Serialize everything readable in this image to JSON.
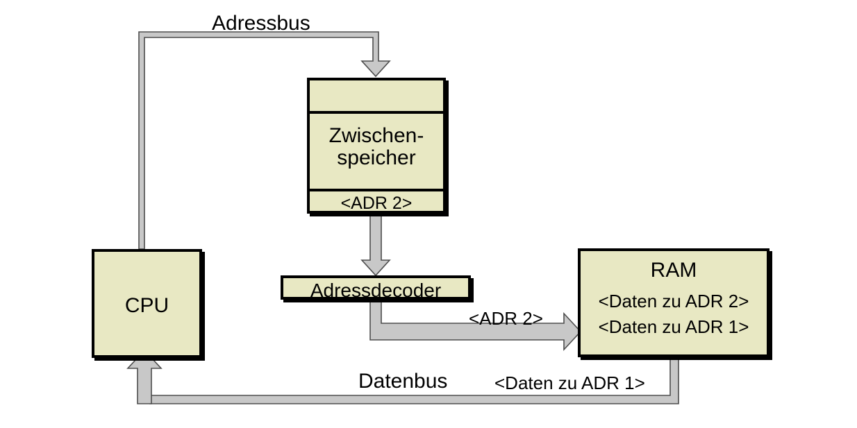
{
  "diagram": {
    "title_bus_top": "Adressbus",
    "title_bus_bottom": "Datenbus",
    "colors": {
      "box_fill": "#e8e8c3",
      "box_border": "#000000",
      "bus_fill": "#c8c8c8",
      "bus_outline": "#4d4d4d",
      "background": "#ffffff"
    },
    "nodes": {
      "cpu": {
        "label": "CPU"
      },
      "zwischenspeicher": {
        "cell_top": "",
        "label": "Zwischen-\nspeicher",
        "cell_bottom": "<ADR 2>"
      },
      "adressdecoder": {
        "label": "Adressdecoder"
      },
      "ram": {
        "title": "RAM",
        "rows": [
          "<Daten zu ADR 2>",
          "<Daten zu ADR 1>"
        ]
      }
    },
    "edges": {
      "cpu_to_zwischenspeicher": {
        "label": "Adressbus"
      },
      "zwischenspeicher_to_adressdecoder": {
        "label": ""
      },
      "adressdecoder_to_ram": {
        "label": "<ADR 2>"
      },
      "ram_to_cpu": {
        "label": "Datenbus",
        "payload": "<Daten zu ADR 1>"
      }
    }
  }
}
